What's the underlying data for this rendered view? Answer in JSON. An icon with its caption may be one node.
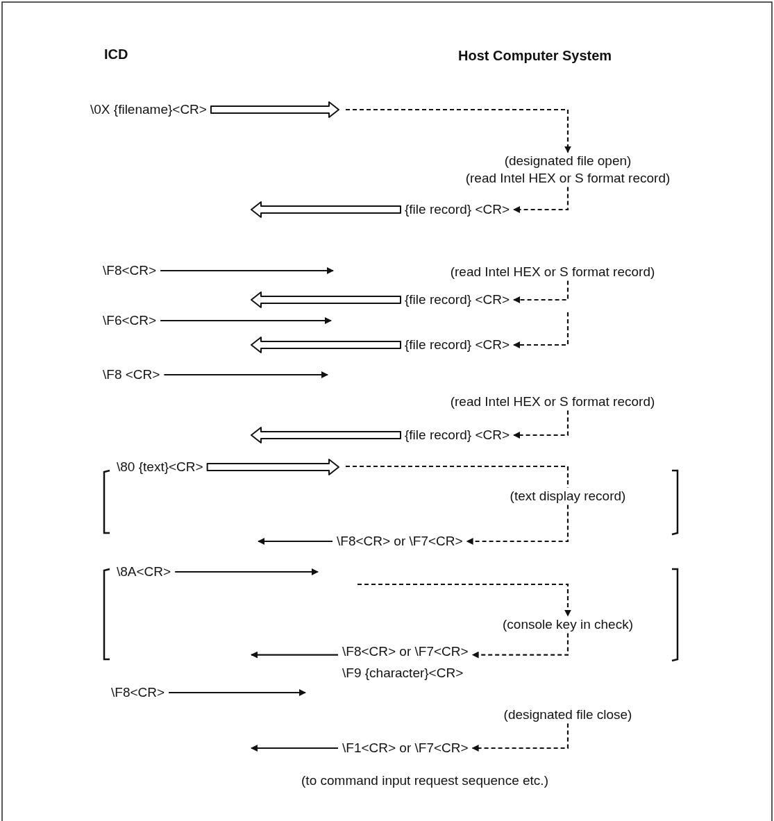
{
  "diagram": {
    "nodes": [
      {
        "text": [
          "\\0X {filename}<CR>"
        ]
      },
      {
        "text": [
          "(designated file open)"
        ]
      },
      {
        "text": [
          "(read Intel HEX or S format record)"
        ]
      },
      {
        "text": [
          "{file record} <CR>"
        ]
      },
      {
        "text": [
          "\\F8<CR>"
        ]
      },
      {
        "text": [
          "(read Intel HEX or S format record)"
        ]
      },
      {
        "text": [
          "{file record} <CR>"
        ]
      },
      {
        "text": [
          "\\F6<CR>"
        ]
      },
      {
        "text": [
          "{file record} <CR>"
        ]
      },
      {
        "text": [
          "\\F8 <CR>"
        ]
      },
      {
        "text": [
          "(read Intel HEX or S format record)"
        ]
      },
      {
        "text": [
          "{file record} <CR>"
        ]
      },
      {
        "text": [
          "\\80 {text}<CR>"
        ]
      },
      {
        "text": [
          "(text display record)"
        ]
      },
      {
        "text": [
          "\\F8<CR> or \\F7<CR>"
        ]
      },
      {
        "text": [
          "\\8A<CR>"
        ]
      },
      {
        "text": [
          "(console key in check)"
        ]
      },
      {
        "text": [
          "\\F8<CR> or \\F7<CR>",
          "\\F9 {character}<CR>"
        ]
      },
      {
        "text": [
          "\\F8<CR>"
        ]
      },
      {
        "text": [
          "(designated file close)"
        ]
      },
      {
        "text": [
          "\\F1<CR> or \\F7<CR>"
        ]
      }
    ],
    "edges": [
      {
        "from": 0,
        "to": null,
        "arrow": "to",
        "style": "thick"
      },
      {
        "from": null,
        "to": 1,
        "arrow": "to",
        "style": "dashed"
      },
      {
        "from": 3,
        "to": null,
        "arrow": "to",
        "style": "thick"
      },
      {
        "from": 2,
        "to": 3,
        "arrow": "to",
        "style": "dashed"
      },
      {
        "from": 4,
        "to": null,
        "arrow": "to"
      },
      {
        "from": 5,
        "to": 6,
        "arrow": "to",
        "style": "dashed"
      },
      {
        "from": 6,
        "to": null,
        "arrow": "to",
        "style": "thick"
      },
      {
        "from": 7,
        "to": null,
        "arrow": "to"
      },
      {
        "from": null,
        "to": 8,
        "arrow": "to",
        "style": "dashed"
      },
      {
        "from": 8,
        "to": null,
        "arrow": "to",
        "style": "thick"
      },
      {
        "from": 9,
        "to": null,
        "arrow": "to"
      },
      {
        "from": 10,
        "to": 11,
        "arrow": "to",
        "style": "dashed"
      },
      {
        "from": 11,
        "to": null,
        "arrow": "to",
        "style": "thick"
      },
      {
        "from": 12,
        "to": null,
        "arrow": "to",
        "style": "thick"
      },
      {
        "from": null,
        "to": 13,
        "arrow": "none",
        "style": "dashed"
      },
      {
        "from": 13,
        "to": 14,
        "arrow": "to",
        "style": "dashed"
      },
      {
        "from": 14,
        "to": null,
        "arrow": "to"
      },
      {
        "from": 15,
        "to": null,
        "arrow": "to"
      },
      {
        "from": null,
        "to": 16,
        "arrow": "to",
        "style": "dashed"
      },
      {
        "from": 16,
        "to": 17,
        "arrow": "to",
        "style": "dashed"
      },
      {
        "from": 17,
        "to": null,
        "arrow": "to"
      },
      {
        "from": 18,
        "to": null,
        "arrow": "to"
      },
      {
        "from": 19,
        "to": 20,
        "arrow": "to",
        "style": "dashed"
      },
      {
        "from": 20,
        "to": null,
        "arrow": "to"
      }
    ],
    "labels": [
      "ICD",
      "Host Computer System",
      "(to command input request sequence etc.)"
    ]
  }
}
